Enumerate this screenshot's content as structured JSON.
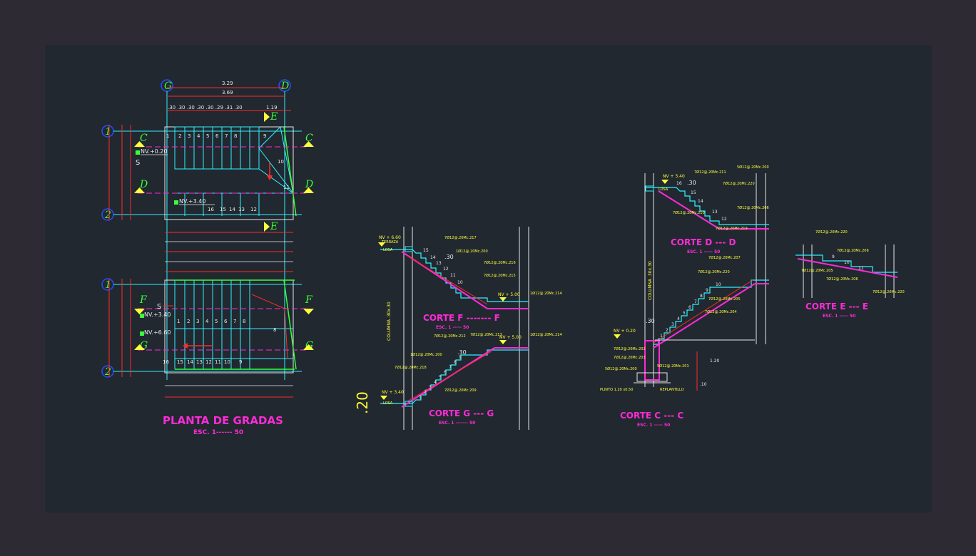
{
  "sheet": {
    "background": "#212830",
    "frame": "#2d2a33"
  },
  "colors": {
    "magenta": "#ff2bd6",
    "cyan": "#2ef2ff",
    "yellow": "#ffff3a",
    "green": "#38ff38",
    "red": "#ff2a2a",
    "white": "#e8e8e8",
    "blue": "#2a4cff"
  },
  "plan": {
    "title": "PLANTA DE GRADAS",
    "scale": "ESC.    1------ 50",
    "grid_top": [
      "G",
      "D"
    ],
    "dim_top_1": "3.29",
    "dim_top_2": "3.69",
    "dim_tread": ".30  .30  .30  .30  .30  .29  .31  .30",
    "dim_right": "1.19",
    "axis_left_upper": [
      "1",
      "2"
    ],
    "axis_left_lower": [
      "1",
      "2"
    ],
    "cut_marks_upper": [
      "C",
      "D",
      "E"
    ],
    "cut_marks_lower": [
      "F",
      "G"
    ],
    "level_1": "NV.+0.20",
    "level_2": "NV.+3.40",
    "level_3": "NV.+3.40",
    "level_4": "NV.+6.60",
    "s_label": "S",
    "steps_upper_top": [
      "1",
      "2",
      "3",
      "4",
      "5",
      "6",
      "7",
      "8",
      "9"
    ],
    "steps_upper_bottom": [
      "16",
      "15",
      "14",
      "13",
      "12"
    ],
    "steps_upper_side": [
      "10",
      "11"
    ],
    "steps_lower_top": [
      "1",
      "2",
      "3",
      "4",
      "5",
      "6",
      "7",
      "8"
    ],
    "steps_lower_bottom": [
      "16",
      "15",
      "14",
      "13",
      "12",
      "11",
      "10",
      "9"
    ]
  },
  "corte_ff": {
    "title": "CORTE  F ------- F",
    "scale": "ESC.  1 ----- 50",
    "level_top": "NV + 6.60",
    "level_mid": "NV + 5.00",
    "losa": "LOSA",
    "terraza": "TERRAZA",
    "step_nums": [
      "15",
      "14",
      "13",
      "12",
      "11",
      "10"
    ],
    "dim": ".30",
    "column": "COLUMNA  .30x.30",
    "rebar": [
      "7Ø12@.20Mc.217",
      "1Ø12@.20Mc.200",
      "7Ø12@.20Mc.216",
      "7Ø12@.20Mc.215",
      "1Ø12@.20Mc.214"
    ]
  },
  "corte_gg": {
    "title": "CORTE   G --- G",
    "scale": "ESC.  1 ------- 50",
    "level_bottom": "NV + 3.40",
    "level_top": "NV + 5.00",
    "losa": "LOSA",
    "big_dim": ".20",
    "step_nums": [
      "9",
      "8",
      "7",
      "6",
      "5",
      "4",
      "3",
      "2",
      "1"
    ],
    "dim": ".30",
    "rebar": [
      "7Ø12@.20Mc.212",
      "7Ø12@.20Mc.213",
      "1Ø12@.20Mc.200",
      "7Ø12@.20Mc.218",
      "7Ø12@.20Mc.209",
      "1Ø12@.20Mc.214"
    ]
  },
  "corte_dd": {
    "title": "CORTE   D --- D",
    "scale": "ESC.  1 ----- 50",
    "level": "NV + 3.40",
    "losa": "LOSA",
    "step_nums": [
      "16",
      "15",
      "14",
      "13",
      "12"
    ],
    "dim": ".30",
    "rebar": [
      "7Ø12@.20Mc.211",
      "5Ø12@.20Mc.200",
      "7Ø12@.20Mc.220",
      "7Ø12@.20Mc.210",
      "7Ø12@.20Mc.219",
      "7Ø12@.20Mc.206"
    ]
  },
  "corte_cc": {
    "title": "CORTE   C --- C",
    "scale": "ESC.  1 ----- 50",
    "level": "NV + 0.20",
    "column": "COLUMNA  .30x.30",
    "footing": "PLINTO  1.20 x0.50",
    "replantillo": "REPLANTILLO",
    "dim": ".30",
    "dim_v1": "1.20",
    "dim_v2": ".10",
    "step_nums": [
      "1",
      "2",
      "3",
      "4",
      "5",
      "6",
      "7",
      "8",
      "9",
      "10"
    ],
    "rebar": [
      "7Ø12@.20Mc.207",
      "7Ø12@.20Mc.220",
      "7Ø12@.20Mc.205",
      "7Ø12@.20Mc.204",
      "7Ø12@.20Mc.202",
      "5Ø12@.20Mc.201",
      "7Ø12@.20Mc.203",
      "5Ø12@.20Mc.200"
    ]
  },
  "corte_ee": {
    "title": "CORTE   E --- E",
    "scale": "ESC.  1 ----- 50",
    "step_nums": [
      "9",
      "10",
      "11"
    ],
    "rebar": [
      "7Ø12@.20Mc.220",
      "7Ø12@.20Mc.206",
      "7Ø12@.20Mc.205",
      "7Ø12@.20Mc.206",
      "7Ø12@.20Mc.220"
    ]
  }
}
